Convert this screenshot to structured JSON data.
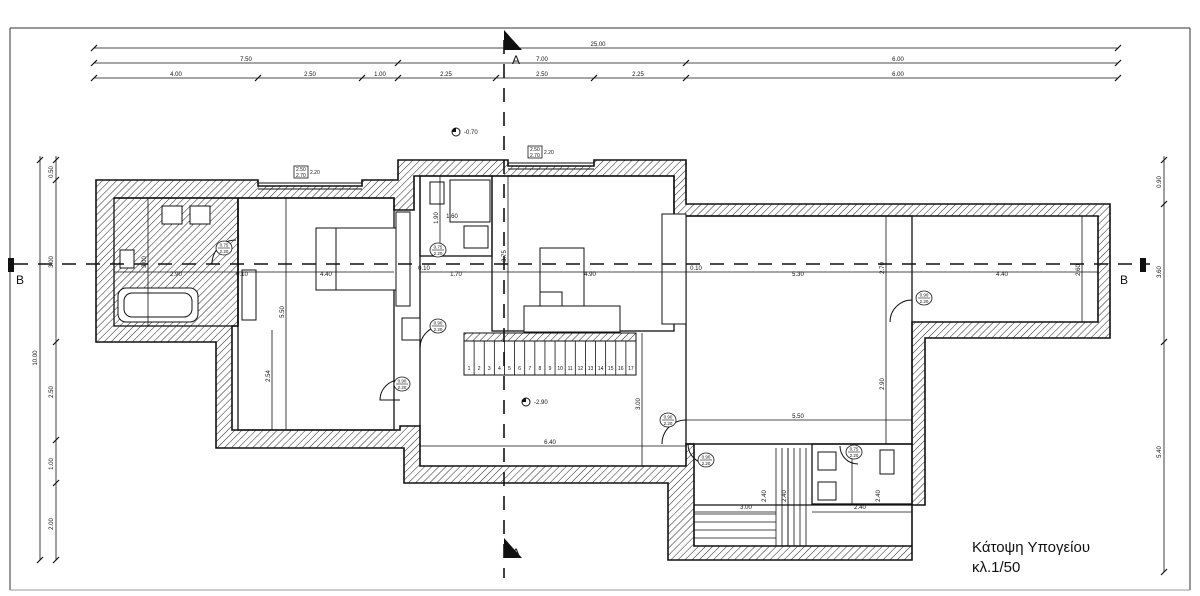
{
  "title": "Κάτοψη Υπογείου",
  "scale": "κλ.1/50",
  "section_marks": {
    "a": "A",
    "b": "B"
  },
  "dims_top": {
    "overall": "25.00",
    "row2": [
      "7.50",
      "7.00",
      "6.00"
    ],
    "row3": [
      "4.00",
      "2.50",
      "1.00",
      "2.25",
      "2.50",
      "2.25",
      "6.00"
    ]
  },
  "dims_left": [
    "0.50",
    "3.00",
    "10.00",
    "2.50",
    "1.00",
    "2.00"
  ],
  "dims_right": [
    "0.90",
    "3.60",
    "5.40"
  ],
  "dims_interior": {
    "bath_w": "2.90",
    "bed_w": "4.40",
    "bed_h": "5.50",
    "closet_h": "2.54",
    "hall_w": "1.70",
    "wall_a": "0.10",
    "wall_b": "0.10",
    "wall_c": "0.10",
    "bath2_w": "1.60",
    "bath2_h": "1.90",
    "room2_h": "3.75",
    "room2_w": "4.90",
    "big_w": "5.30",
    "big_w2": "4.40",
    "big_h": "2.70",
    "big_h2": "2.60",
    "lower_w": "5.50",
    "lower_h": "2.90",
    "stair_w": "6.40",
    "stair_h": "3.00",
    "lower_a": "3.00",
    "lower_b": "2.40",
    "lower_c": "2.40",
    "lower_d": "2.40",
    "lower_e": "2.40"
  },
  "level_marks": [
    "-0.70",
    "-2.90"
  ],
  "door_tags": [
    {
      "w": "0.75",
      "h": "2.20"
    },
    {
      "w": "0.75",
      "h": "2.20"
    },
    {
      "w": "0.90",
      "h": "2.20"
    },
    {
      "w": "0.90",
      "h": "2.20"
    },
    {
      "w": "0.90",
      "h": "2.20"
    },
    {
      "w": "0.90",
      "h": "2.20"
    },
    {
      "w": "0.90",
      "h": "2.20"
    },
    {
      "w": "0.75",
      "h": "2.20"
    }
  ],
  "window_tags": [
    {
      "w": "2.50",
      "h": "2.70",
      "s": "2.20"
    },
    {
      "w": "2.50",
      "h": "2.70",
      "s": "2.20"
    }
  ],
  "stair_steps": [
    "1",
    "2",
    "3",
    "4",
    "5",
    "6",
    "7",
    "8",
    "9",
    "10",
    "11",
    "12",
    "13",
    "14",
    "15",
    "16",
    "17"
  ]
}
